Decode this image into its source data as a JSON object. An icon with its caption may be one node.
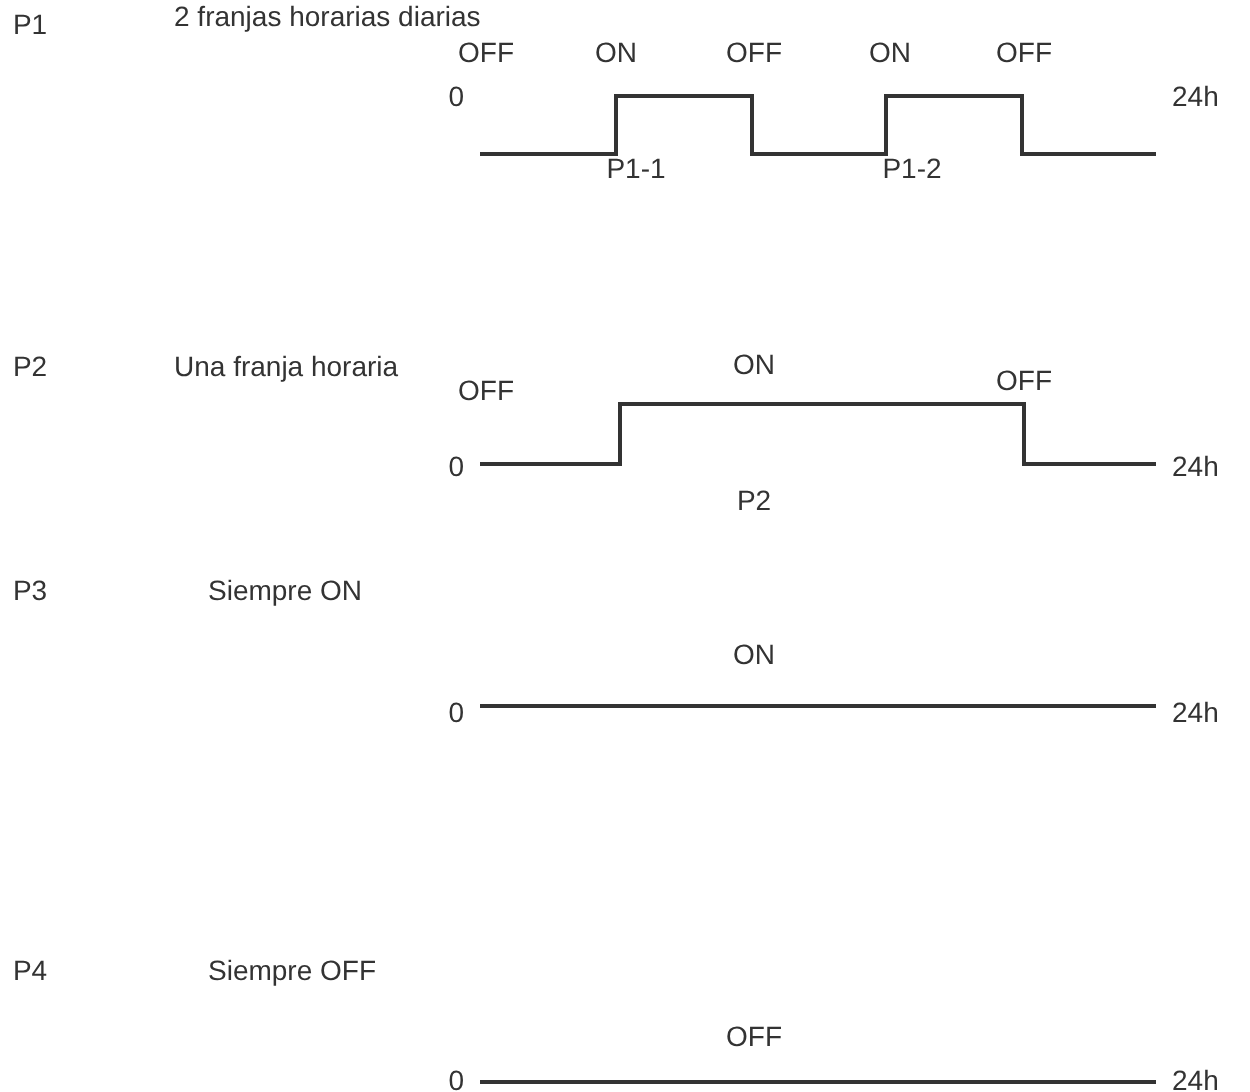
{
  "diagram": {
    "labels": [
      "P1",
      "2 franjas horarias diarias",
      "OFF",
      "ON",
      "OFF",
      "ON",
      "OFF",
      "0",
      "P1-1",
      "P1-2",
      "24h",
      "P2",
      "Una franja horaria",
      "OFF",
      "ON",
      "OFF",
      "0",
      "P2",
      "24h",
      "P3",
      "Siempre ON",
      "ON",
      "0",
      "24h",
      "P4",
      "Siempre OFF",
      "OFF",
      "0",
      "24h"
    ]
  }
}
